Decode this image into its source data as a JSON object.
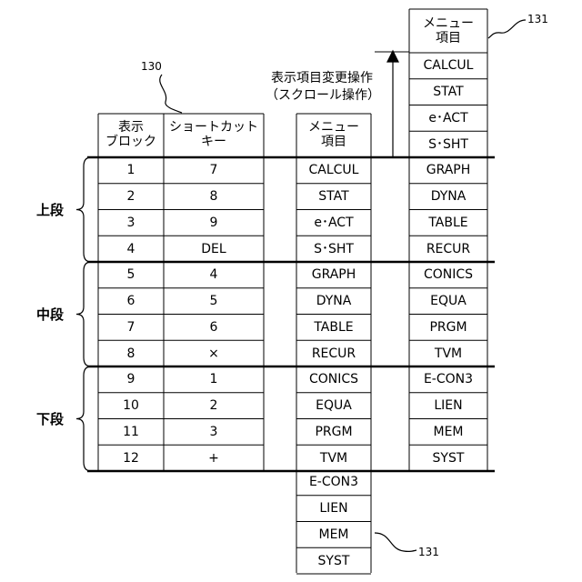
{
  "labels": {
    "ref_table": "130",
    "ref_menu_top": "131",
    "ref_menu_bottom": "131",
    "scroll_caption_line1": "表示項目変更操作",
    "scroll_caption_line2": "（スクロール操作）"
  },
  "table": {
    "header_block": "表示\nブロック",
    "header_key": "ショートカット\nキー",
    "header_menu": "メニュー\n項目",
    "header_menu_right": "メニュー\n項目"
  },
  "groups": [
    "上段",
    "中段",
    "下段"
  ],
  "rows": [
    {
      "block": "1",
      "key": "7",
      "menu": "CALCUL",
      "right": "GRAPH"
    },
    {
      "block": "2",
      "key": "8",
      "menu": "STAT",
      "right": "DYNA"
    },
    {
      "block": "3",
      "key": "9",
      "menu": "e･ACT",
      "right": "TABLE"
    },
    {
      "block": "4",
      "key": "DEL",
      "menu": "S･SHT",
      "right": "RECUR"
    },
    {
      "block": "5",
      "key": "4",
      "menu": "GRAPH",
      "right": "CONICS"
    },
    {
      "block": "6",
      "key": "5",
      "menu": "DYNA",
      "right": "EQUA"
    },
    {
      "block": "7",
      "key": "6",
      "menu": "TABLE",
      "right": "PRGM"
    },
    {
      "block": "8",
      "key": "×",
      "menu": "RECUR",
      "right": "TVM"
    },
    {
      "block": "9",
      "key": "1",
      "menu": "CONICS",
      "right": "E-CON3"
    },
    {
      "block": "10",
      "key": "2",
      "menu": "EQUA",
      "right": "LIEN"
    },
    {
      "block": "11",
      "key": "3",
      "menu": "PRGM",
      "right": "MEM"
    },
    {
      "block": "12",
      "key": "+",
      "menu": "TVM",
      "right": "SYST"
    }
  ],
  "right_top_extra": [
    "CALCUL",
    "STAT",
    "e･ACT",
    "S･SHT"
  ],
  "center_bottom_extra": [
    "E-CON3",
    "LIEN",
    "MEM",
    "SYST"
  ]
}
